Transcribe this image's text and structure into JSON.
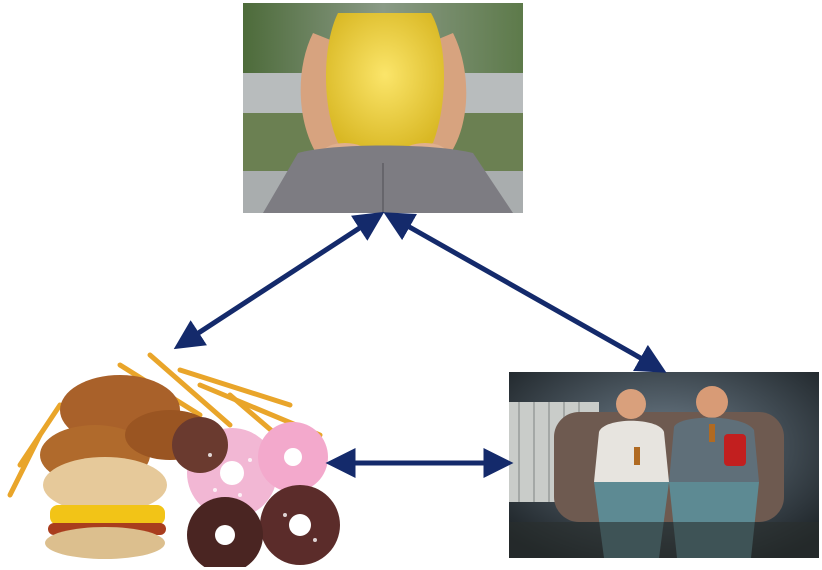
{
  "diagram": {
    "nodes": [
      {
        "id": "obesity",
        "icon": "obese-person-photo"
      },
      {
        "id": "junk_food",
        "icon": "junk-food-photo"
      },
      {
        "id": "sedentary",
        "icon": "couch-potato-photo"
      }
    ],
    "edges": [
      {
        "from": "obesity",
        "to": "junk_food",
        "direction": "both"
      },
      {
        "from": "obesity",
        "to": "sedentary",
        "direction": "both"
      },
      {
        "from": "junk_food",
        "to": "sedentary",
        "direction": "both"
      }
    ],
    "arrow_color": "#142a6b"
  }
}
